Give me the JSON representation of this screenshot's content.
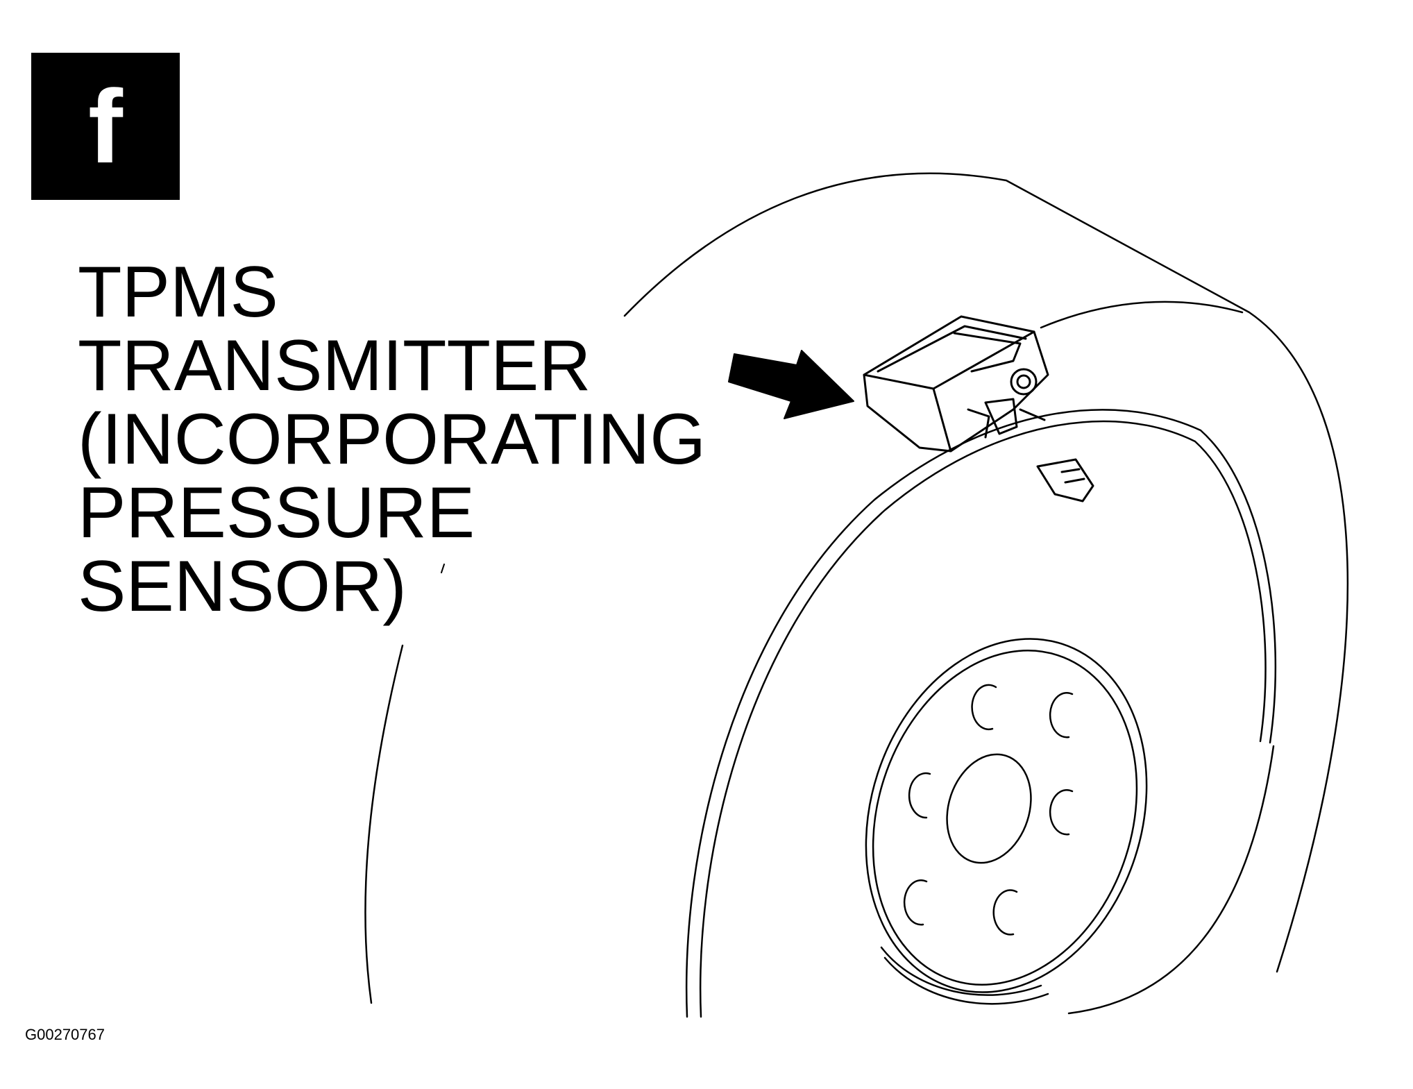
{
  "figure": {
    "panel_letter": "f",
    "figure_id": "G00270767"
  },
  "callout": {
    "lines": [
      "TPMS",
      "TRANSMITTER",
      "(INCORPORATING",
      "PRESSURE",
      "SENSOR)"
    ]
  },
  "colors": {
    "ink": "#000000",
    "paper": "#ffffff"
  },
  "icons": {
    "pointer": "arrow-right-icon",
    "sensor": "tpms-transmitter-icon",
    "valve": "valve-stem-icon",
    "lug_nut": "lug-nut-icon"
  }
}
